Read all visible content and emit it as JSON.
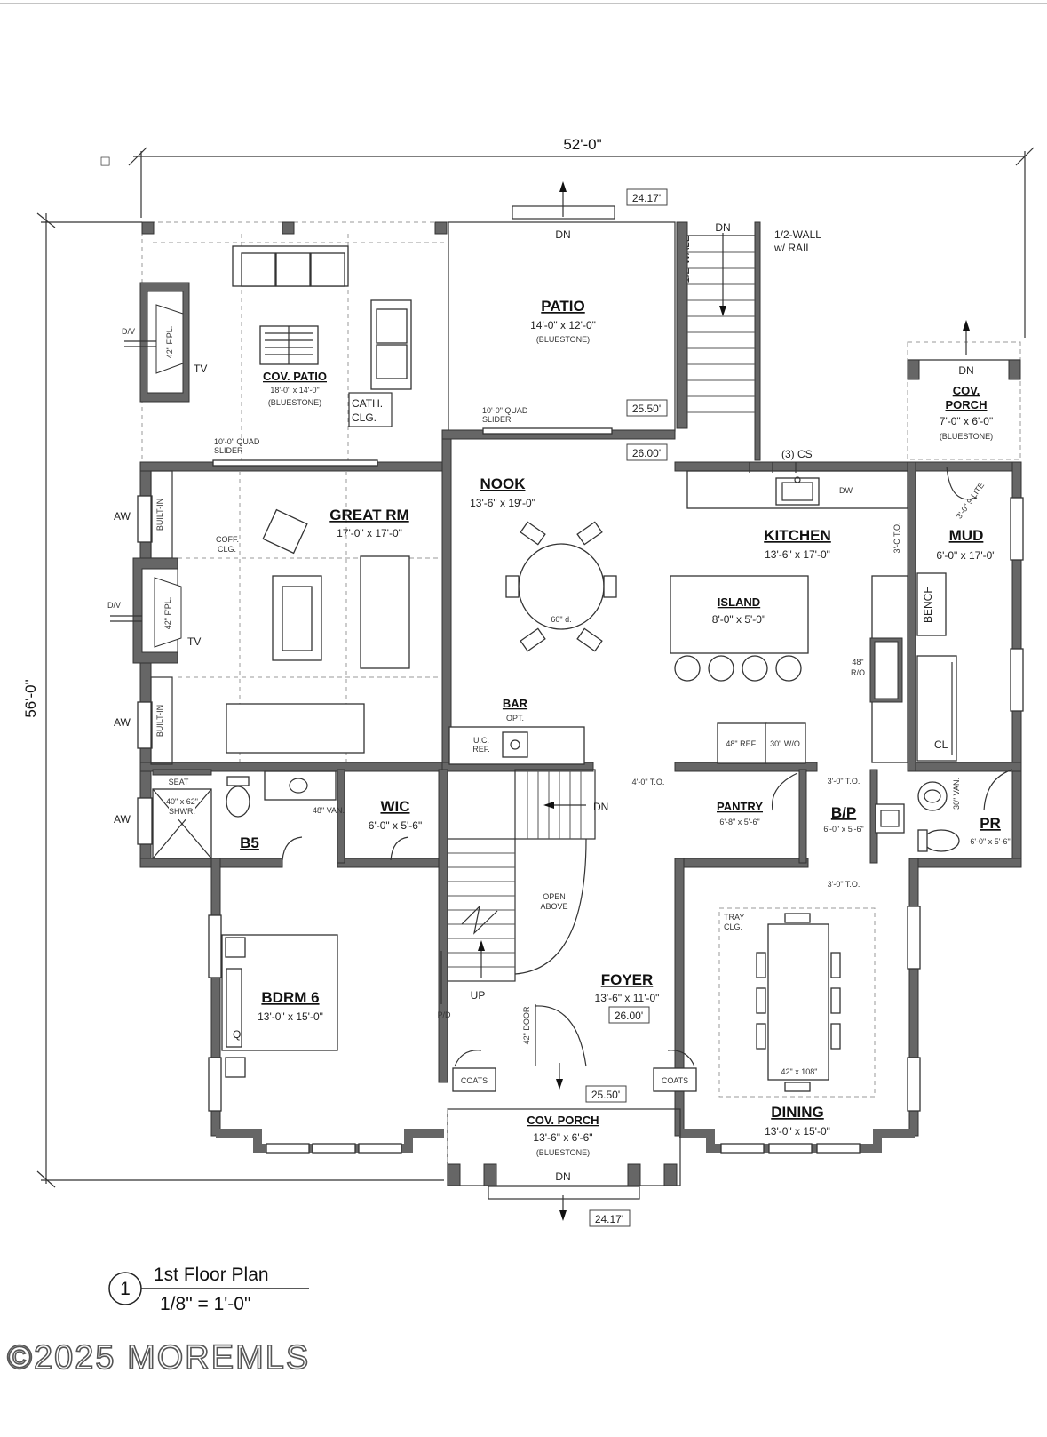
{
  "dimensions": {
    "width": "52'-0\"",
    "depth": "56'-0\""
  },
  "elevations": {
    "top": "24.17'",
    "patio": "25.50'",
    "nook": "26.00'",
    "foyer": "26.00'",
    "porch": "25.50'",
    "bottom": "24.17'"
  },
  "rooms": {
    "cov_patio": {
      "name": "COV. PATIO",
      "size": "18'-0\" x 14'-0\"",
      "note": "(BLUESTONE)"
    },
    "patio": {
      "name": "PATIO",
      "size": "14'-0\" x 12'-0\"",
      "note": "(BLUESTONE)"
    },
    "cov_porch_side": {
      "name_1": "COV.",
      "name_2": "PORCH",
      "size": "7'-0\" x 6'-0\"",
      "note": "(BLUESTONE)"
    },
    "great_rm": {
      "name": "GREAT RM",
      "size": "17'-0\" x 17'-0\""
    },
    "nook": {
      "name": "NOOK",
      "size": "13'-6\" x 19'-0\""
    },
    "kitchen": {
      "name": "KITCHEN",
      "size": "13'-6\" x 17'-0\""
    },
    "island": {
      "name": "ISLAND",
      "size": "8'-0\" x 5'-0\""
    },
    "mud": {
      "name": "MUD",
      "size": "6'-0\" x 17'-0\""
    },
    "b5": {
      "name": "B5"
    },
    "wic": {
      "name": "WIC",
      "size": "6'-0\" x 5'-6\""
    },
    "pantry": {
      "name": "PANTRY",
      "size": "6'-8\" x 5'-6\""
    },
    "bp": {
      "name": "B/P",
      "size": "6'-0\" x 5'-6\""
    },
    "pr": {
      "name": "PR",
      "size": "6'-0\" x 5'-6\""
    },
    "bdrm6": {
      "name": "BDRM 6",
      "size": "13'-0\" x 15'-0\""
    },
    "foyer": {
      "name": "FOYER",
      "size": "13'-6\" x 11'-0\""
    },
    "dining": {
      "name": "DINING",
      "size": "13'-0\" x 15'-0\""
    },
    "cov_porch_front": {
      "name": "COV. PORCH",
      "size": "13'-6\" x 6'-6\"",
      "note": "(BLUESTONE)"
    },
    "bar": {
      "name": "BAR",
      "note": "OPT."
    }
  },
  "labels": {
    "dn": "DN",
    "up": "UP",
    "half_wall": "1/2-WALL",
    "half_wall_rail_1": "1/2-WALL",
    "half_wall_rail_2": "w/ RAIL",
    "dv": "D/V",
    "tv": "TV",
    "fpl": "42\" F'PL.",
    "cath_1": "CATH.",
    "cath_2": "CLG.",
    "slider_1": "10'-0\" QUAD",
    "slider_2": "SLIDER",
    "cs": "(3) CS",
    "dw": "DW",
    "aw": "AW",
    "built_in": "BUILT-IN",
    "coff_1": "COFF.",
    "coff_2": "CLG.",
    "table": "60\" d.",
    "to_3c": "3'-C T.O.",
    "lite": "3'-0\" 9-LITE",
    "bench": "BENCH",
    "ro_1": "48\"",
    "ro_2": "R/O",
    "cl": "CL",
    "uc_1": "U.C.",
    "uc_2": "REF.",
    "ref": "48\" REF.",
    "wo": "30\" W/O",
    "to_4": "4'-0\" T.O.",
    "to_3": "3'-0\" T.O.",
    "seat": "SEAT",
    "shwr_1": "40\" x 62\"",
    "shwr_2": "SHWR.",
    "van48": "48\" VAN.",
    "van30": "30\" VAN.",
    "open_1": "OPEN",
    "open_2": "ABOVE",
    "tray_1": "TRAY",
    "tray_2": "CLG.",
    "dtable": "42\" x 108\"",
    "q": "Q",
    "pd": "P/D",
    "door42": "42\" DOOR",
    "coats": "COATS"
  },
  "title_block": {
    "number": "1",
    "title": "1st Floor Plan",
    "scale": "1/8\" = 1'-0\""
  },
  "watermark": "©2025 MOREMLS"
}
